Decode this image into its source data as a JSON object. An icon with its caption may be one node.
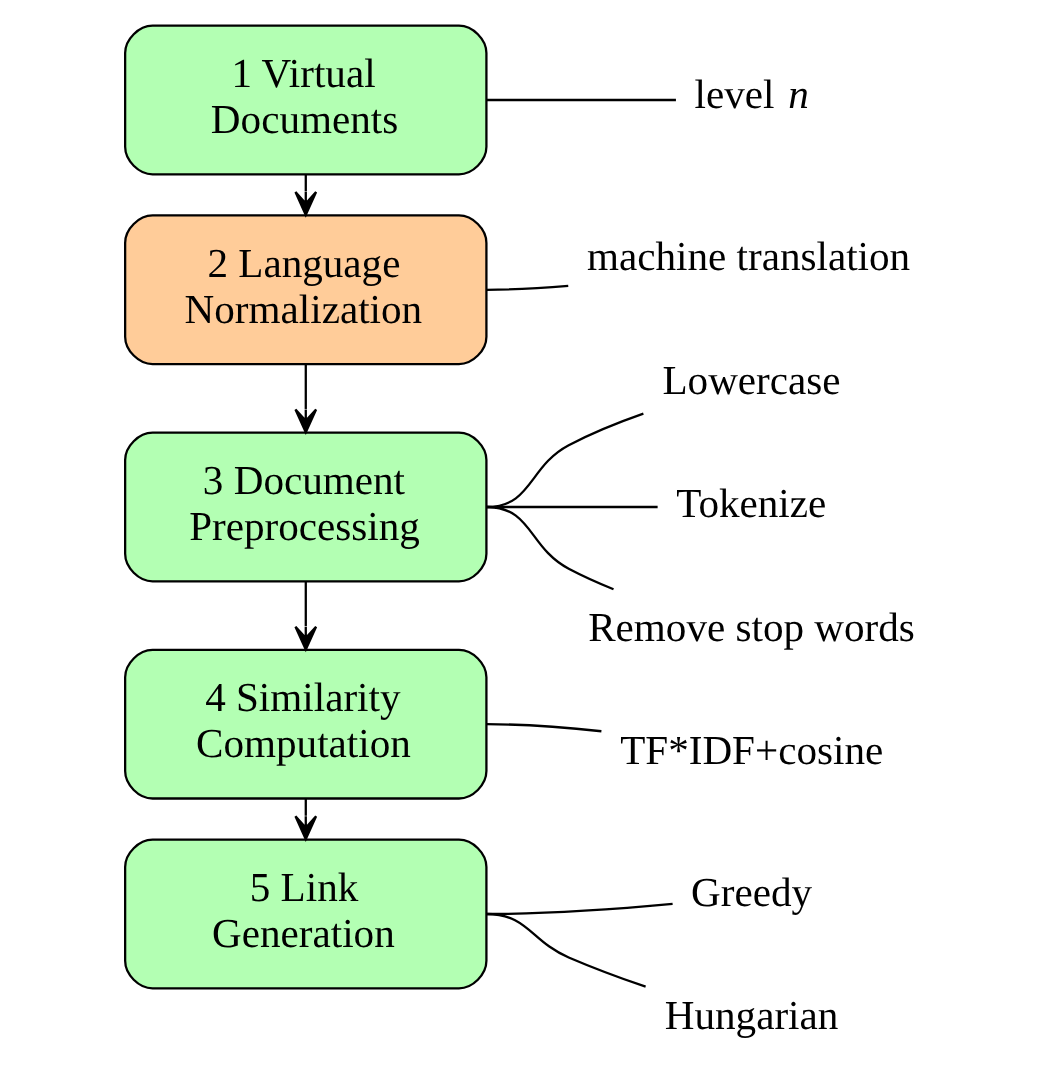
{
  "diagram": {
    "nodes": [
      {
        "text": [
          "1 Virtual Documents"
        ]
      },
      {
        "text": [
          "2 Language Normalization"
        ]
      },
      {
        "text": [
          "3 Document Preprocessing"
        ]
      },
      {
        "text": [
          "4 Similarity Computation"
        ]
      },
      {
        "text": [
          "5 Link Generation"
        ]
      },
      {
        "text": [
          "level *n*"
        ]
      },
      {
        "text": [
          "machine translation"
        ]
      },
      {
        "text": [
          "Lowercase"
        ]
      },
      {
        "text": [
          "Tokenize"
        ]
      },
      {
        "text": [
          "Remove stop words"
        ]
      },
      {
        "text": [
          "TF*IDF+cosine"
        ]
      },
      {
        "text": [
          "Greedy"
        ]
      },
      {
        "text": [
          "Hungarian"
        ]
      }
    ],
    "edges": [
      {
        "from": 0,
        "to": 1,
        "arrow": "to"
      },
      {
        "from": 1,
        "to": 2,
        "arrow": "to"
      },
      {
        "from": 2,
        "to": 3,
        "arrow": "to"
      },
      {
        "from": 3,
        "to": 4,
        "arrow": "to"
      },
      {
        "from": 0,
        "to": 5,
        "arrow": "none"
      },
      {
        "from": 1,
        "to": 6,
        "arrow": "none"
      },
      {
        "from": 2,
        "to": 7,
        "arrow": "none"
      },
      {
        "from": 2,
        "to": 8,
        "arrow": "none"
      },
      {
        "from": 2,
        "to": 9,
        "arrow": "none"
      },
      {
        "from": 3,
        "to": 10,
        "arrow": "none"
      },
      {
        "from": 4,
        "to": 11,
        "arrow": "none"
      },
      {
        "from": 4,
        "to": 12,
        "arrow": "none"
      }
    ]
  }
}
